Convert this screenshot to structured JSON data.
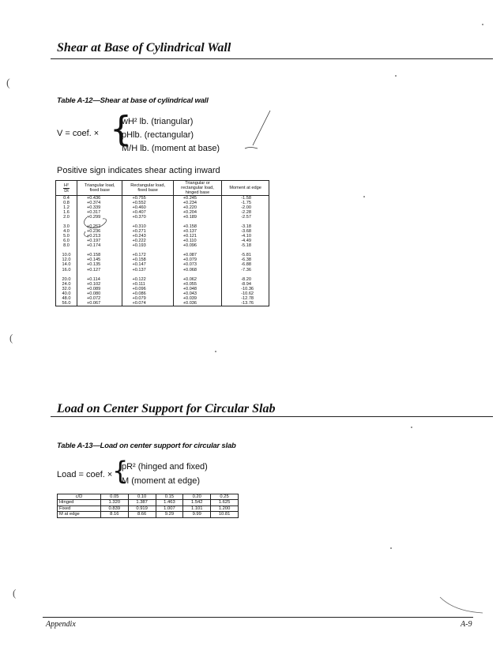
{
  "section1": {
    "title": "Shear at Base of Cylindrical Wall",
    "caption": "Table A-12—Shear at base of cylindrical wall",
    "formula": {
      "lhs": "V = coef. ×",
      "lines": [
        "wH² lb. (triangular)",
        "pHlb. (rectangular)",
        "M/H lb. (moment at base)"
      ]
    },
    "note": "Positive sign indicates shear acting inward"
  },
  "table12": {
    "headers": {
      "col0_num": "H²",
      "col0_den": "Dt",
      "col1": [
        "Triangular load,",
        "fixed base"
      ],
      "col2": [
        "Rectangular load,",
        "fixed base"
      ],
      "col3": [
        "Triangular or",
        "rectangular load,",
        "hinged base"
      ],
      "col4": "Moment at edge"
    },
    "groups": [
      [
        [
          "0.4",
          "+0.436",
          "+0.755",
          "+0.245",
          "-1.58"
        ],
        [
          "0.8",
          "+0.374",
          "+0.552",
          "+0.234",
          "-1.75"
        ],
        [
          "1.2",
          "+0.339",
          "+0.460",
          "+0.220",
          "-2.00"
        ],
        [
          "1.6",
          "+0.317",
          "+0.407",
          "+0.204",
          "-2.28"
        ],
        [
          "2.0",
          "+0.299",
          "+0.370",
          "+0.189",
          "-2.57"
        ]
      ],
      [
        [
          "3.0",
          "+0.262",
          "+0.310",
          "+0.158",
          "-3.18"
        ],
        [
          "4.0",
          "+0.236",
          "+0.271",
          "+0.137",
          "-3.68"
        ],
        [
          "5.0",
          "+0.213",
          "+0.243",
          "+0.121",
          "-4.10"
        ],
        [
          "6.0",
          "+0.197",
          "+0.222",
          "+0.110",
          "-4.49"
        ],
        [
          "8.0",
          "+0.174",
          "+0.193",
          "+0.096",
          "-5.18"
        ]
      ],
      [
        [
          "10.0",
          "+0.158",
          "+0.172",
          "+0.087",
          "-5.81"
        ],
        [
          "12.0",
          "+0.145",
          "+0.158",
          "+0.079",
          "-6.38"
        ],
        [
          "14.0",
          "+0.135",
          "+0.147",
          "+0.073",
          "-6.88"
        ],
        [
          "16.0",
          "+0.127",
          "+0.137",
          "+0.068",
          "-7.36"
        ]
      ],
      [
        [
          "20.0",
          "+0.114",
          "+0.122",
          "+0.062",
          "-8.20"
        ],
        [
          "24.0",
          "+0.102",
          "+0.111",
          "+0.055",
          "-8.94"
        ],
        [
          "32.0",
          "+0.089",
          "+0.096",
          "+0.048",
          "-10.36"
        ],
        [
          "40.0",
          "+0.080",
          "+0.086",
          "+0.043",
          "-10.62"
        ],
        [
          "48.0",
          "+0.072",
          "+0.079",
          "+0.039",
          "-12.78"
        ],
        [
          "56.0",
          "+0.067",
          "+0.074",
          "+0.036",
          "-13.76"
        ]
      ]
    ]
  },
  "section2": {
    "title": "Load on Center Support for Circular Slab",
    "caption": "Table A-13—Load on center support for circular slab",
    "formula": {
      "lhs": "Load = coef. ×",
      "lines": [
        "pR² (hinged and fixed)",
        "M (moment at edge)"
      ]
    }
  },
  "table13": {
    "header": [
      "c/D",
      "0.05",
      "0.10",
      "0.15",
      "0.20",
      "0.25"
    ],
    "rows": [
      [
        "Hinged",
        "1.320",
        "1.387",
        "1.463",
        "1.542",
        "1.625"
      ],
      [
        "Fixed",
        "0.839",
        "0.919",
        "1.007",
        "1.101",
        "1.200"
      ],
      [
        "M at edge",
        "8.16",
        "8.66",
        "9.29",
        "9.99",
        "10.81"
      ]
    ]
  },
  "footer": {
    "left": "Appendix",
    "right": "A-9"
  }
}
